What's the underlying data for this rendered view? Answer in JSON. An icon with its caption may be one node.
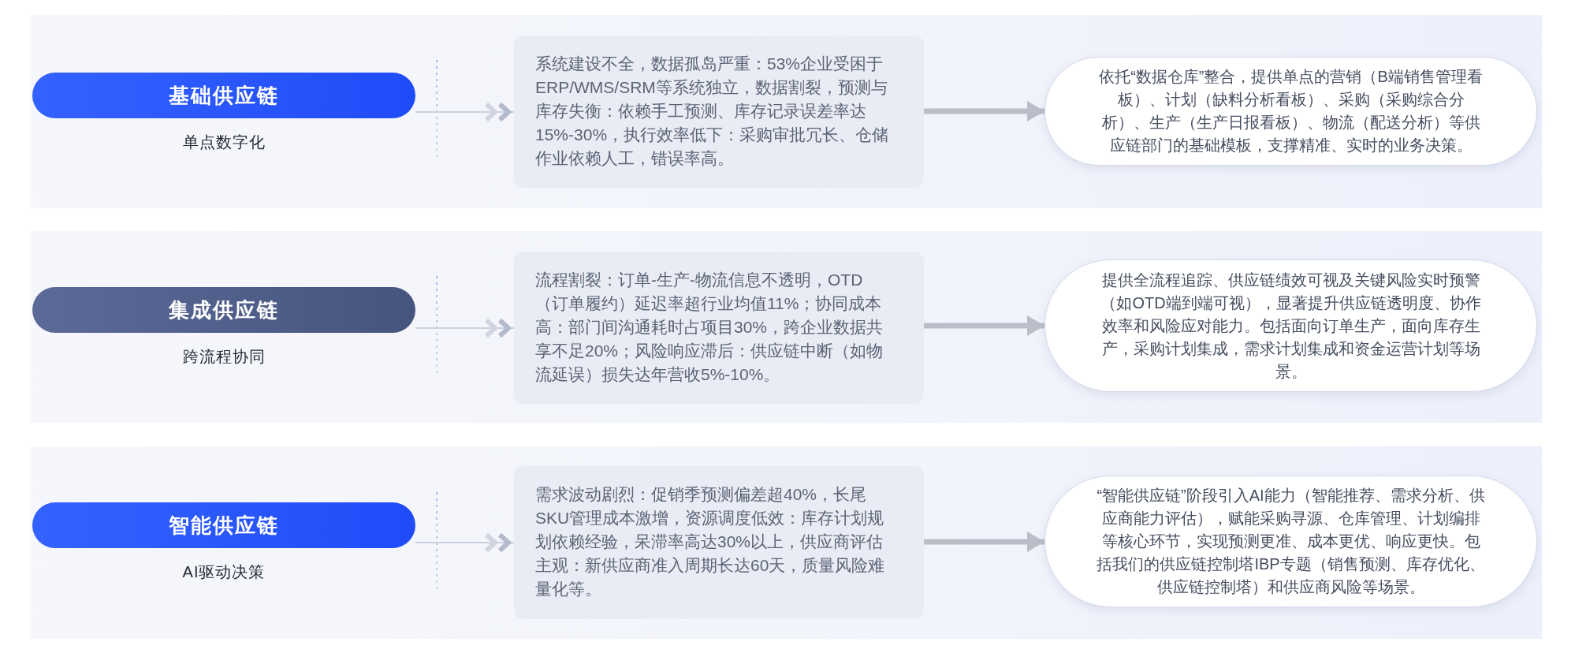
{
  "diagram": {
    "nodes": [
      {
        "text": [],
        "shape": "box"
      },
      {
        "text": [
          "基础供应链"
        ],
        "beside": [
          "单点数字化"
        ],
        "in": 0
      },
      {
        "text": [
          "系统建设不全，数据孤岛严重：53%企业受困于ERP/WMS/SRM等系统独立，数据割裂，预测与库存失衡：依赖手工预测、库存记录误差率达15%-30%，执行效率低下：采购审批冗长、仓储作业依赖人工，错误率高。"
        ],
        "in": 0
      },
      {
        "text": [
          "依托“数据仓库”整合，提供单点的营销（B端销售管理看板）、计划（缺料分析看板）、采购（采购综合分析）、生产（生产日报看板）、物流（配送分析）等供应链部门的基础模板，支撑精准、实时的业务决策。"
        ],
        "in": 0
      },
      {
        "text": [],
        "shape": "box"
      },
      {
        "text": [
          "集成供应链"
        ],
        "beside": [
          "跨流程协同"
        ],
        "in": 4
      },
      {
        "text": [
          "流程割裂：订单-生产-物流信息不透明，OTD（订单履约）延迟率超行业均值11%；协同成本高：部门间沟通耗时占项目30%，跨企业数据共享不足20%；风险响应滞后：供应链中断（如物流延误）损失达年营收5%-10%。"
        ],
        "in": 4
      },
      {
        "text": [
          "提供全流程追踪、供应链绩效可视及关键风险实时预警（如OTD端到端可视），显著提升供应链透明度、协作效率和风险应对能力。包括面向订单生产，面向库存生产，采购计划集成，需求计划集成和资金运营计划等场景。"
        ],
        "in": 4
      },
      {
        "text": [],
        "shape": "box"
      },
      {
        "text": [
          "智能供应链"
        ],
        "beside": [
          "AI驱动决策"
        ],
        "in": 8
      },
      {
        "text": [
          "需求波动剧烈：促销季预测偏差超40%，长尾SKU管理成本激增，资源调度低效：库存计划规划依赖经验，呆滞率高达30%以上，供应商评估主观：新供应商准入周期长达60天，质量风险难量化等。"
        ],
        "in": 8
      },
      {
        "text": [
          "“智能供应链”阶段引入AI能力（智能推荐、需求分析、供应商能力评估），赋能采购寻源、仓库管理、计划编排等核心环节，实现预测更准、成本更优、响应更快。包括我们的供应链控制塔IBP专题（销售预测、库存优化、供应链控制塔）和供应商风险等场景。"
        ],
        "in": 8
      }
    ],
    "edges": [
      {
        "from": 1,
        "to": 2,
        "arrow": "to"
      },
      {
        "from": 2,
        "to": 3,
        "arrow": "to",
        "style": "thick"
      },
      {
        "from": 5,
        "to": 6,
        "arrow": "to"
      },
      {
        "from": 6,
        "to": 7,
        "arrow": "to",
        "style": "thick"
      },
      {
        "from": 9,
        "to": 10,
        "arrow": "to"
      },
      {
        "from": 10,
        "to": 11,
        "arrow": "to",
        "style": "thick"
      }
    ]
  }
}
